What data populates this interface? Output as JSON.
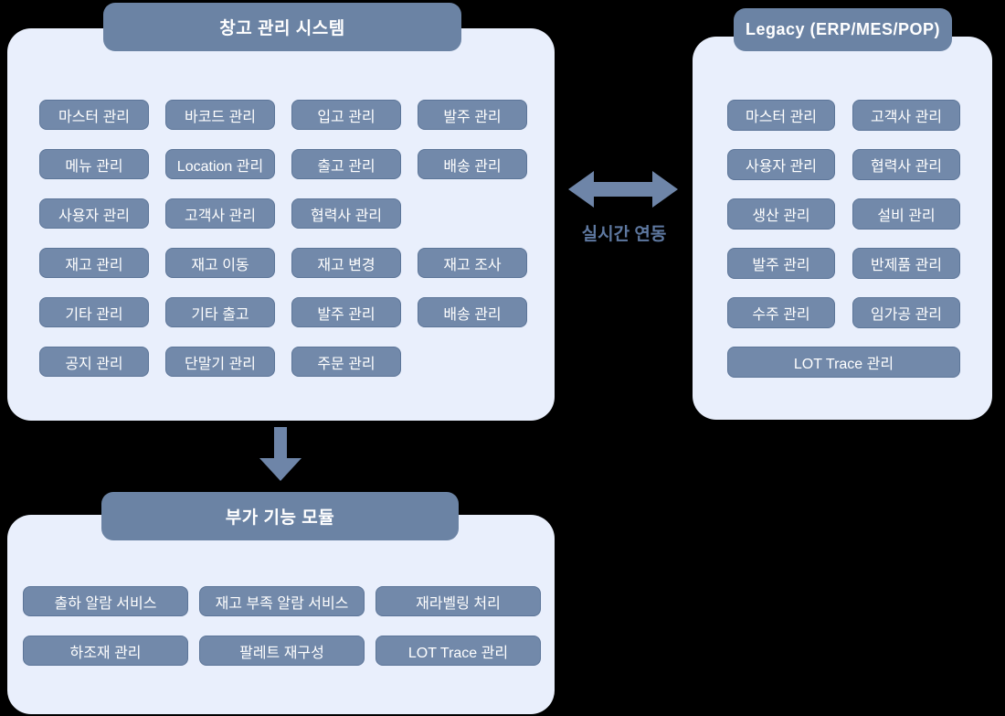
{
  "diagram": {
    "wms": {
      "title": "창고 관리 시스템",
      "modules": [
        "마스터 관리",
        "바코드 관리",
        "입고 관리",
        "발주 관리",
        "메뉴 관리",
        "Location 관리",
        "출고 관리",
        "배송 관리",
        "사용자 관리",
        "고객사 관리",
        "협력사 관리",
        "재고 관리",
        "재고 이동",
        "재고 변경",
        "재고 조사",
        "기타 관리",
        "기타 출고",
        "발주 관리",
        "배송 관리",
        "공지 관리",
        "단말기 관리",
        "주문 관리"
      ]
    },
    "legacy": {
      "title": "Legacy (ERP/MES/POP)",
      "modules": [
        "마스터 관리",
        "고객사 관리",
        "사용자 관리",
        "협력사 관리",
        "생산 관리",
        "설비 관리",
        "발주 관리",
        "반제품 관리",
        "수주 관리",
        "임가공 관리"
      ],
      "wide_module": "LOT Trace 관리"
    },
    "addon": {
      "title": "부가 기능 모듈",
      "modules": [
        "출하 알람 서비스",
        "재고 부족 알람 서비스",
        "재라벨링 처리",
        "하조재 관리",
        "팔레트 재구성",
        "LOT Trace 관리"
      ]
    },
    "connection": {
      "label": "실시간 연동"
    },
    "colors": {
      "background": "#000000",
      "panel_bg": "#e9effc",
      "header_bg": "#6b83a4",
      "chip_bg": "#7289aa",
      "chip_border": "#5c7598",
      "text_on_blue": "#ffffff",
      "arrow": "#6e85a8",
      "connection_label": "#5e78a0"
    }
  }
}
